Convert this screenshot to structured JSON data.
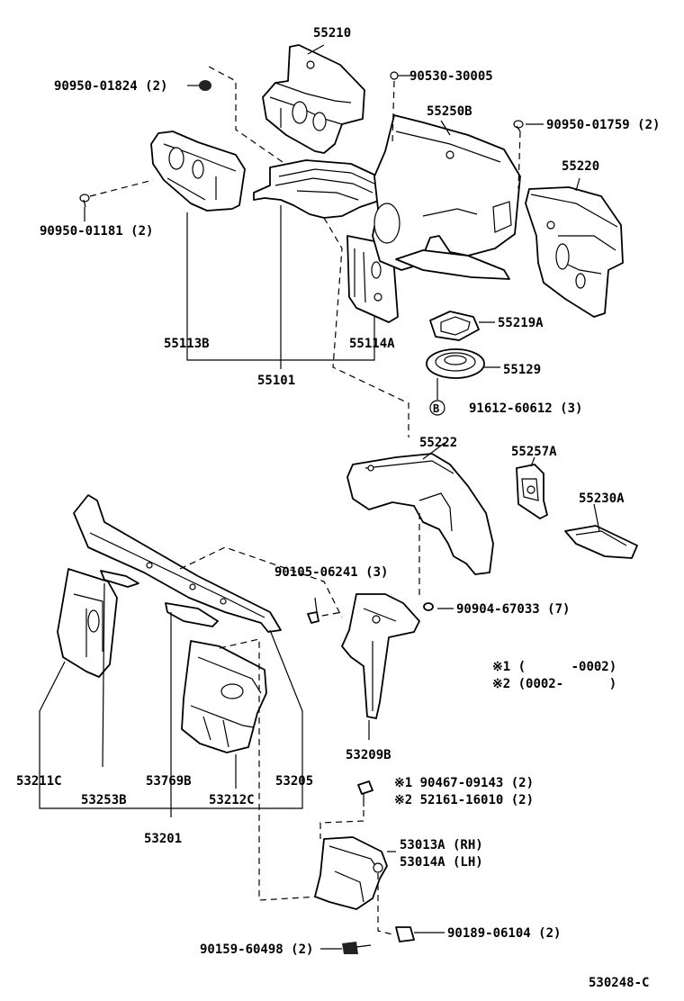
{
  "labels": {
    "p55210": "55210",
    "p90950_01824": "90950-01824 (2)",
    "p90530_30005": "90530-30005",
    "p55250B": "55250B",
    "p90950_01759": "90950-01759 (2)",
    "p55220": "55220",
    "p90950_01181": "90950-01181 (2)",
    "p55219A": "55219A",
    "p55113B": "55113B",
    "p55114A": "55114A",
    "p55129": "55129",
    "p55101": "55101",
    "p91612_60612": "91612-60612 (3)",
    "circle_b": "B",
    "p55222": "55222",
    "p55257A": "55257A",
    "p55230A": "55230A",
    "p90105_06241": "90105-06241 (3)",
    "p90904_67033": "90904-67033 (7)",
    "note1": "※1 (      -0002)",
    "note2": "※2 (0002-      )",
    "p53209B": "53209B",
    "p53211C": "53211C",
    "p53769B": "53769B",
    "p53205": "53205",
    "p53253B": "53253B",
    "p53212C": "53212C",
    "p53201": "53201",
    "p90467_09143": "※1 90467-09143 (2)",
    "p52161_16010": "※2 52161-16010 (2)",
    "p53013A": "53013A (RH)",
    "p53014A": "53014A (LH)",
    "p90189_06104": "90189-06104 (2)",
    "p90159_60498": "90159-60498 (2)",
    "diagram_code": "530248-C"
  }
}
